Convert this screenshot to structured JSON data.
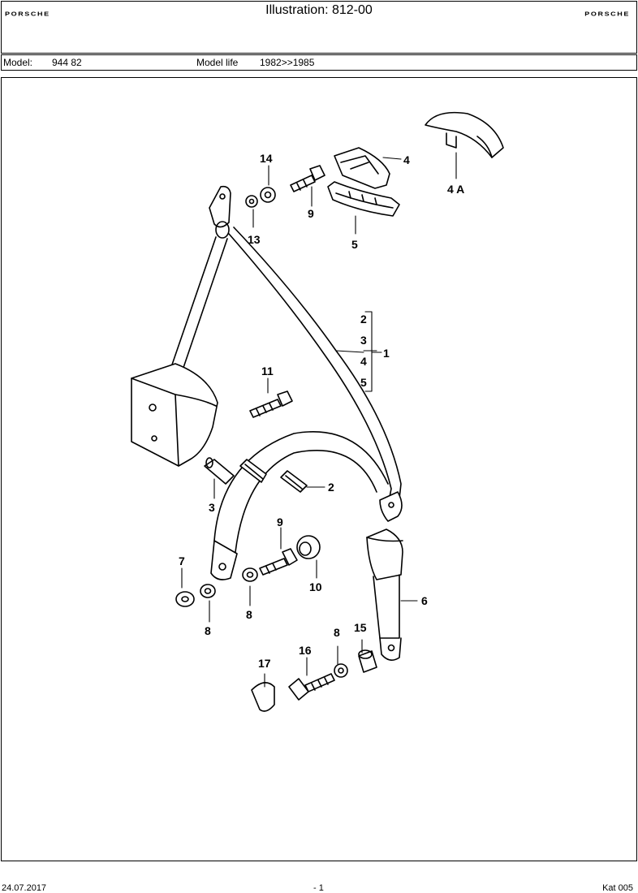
{
  "header": {
    "brand_left": "PORSCHE",
    "title": "Illustration: 812-00",
    "brand_right": "PORSCHE"
  },
  "model_bar": {
    "model_label": "Model:",
    "model_value": "944 82",
    "life_label": "Model life",
    "life_value": "1982>>1985"
  },
  "callouts": {
    "c14": "14",
    "c9a": "9",
    "c13": "13",
    "c4": "4",
    "c5": "5",
    "c4a": "4 A",
    "grp2": "2",
    "grp3": "3",
    "grp4": "4",
    "grp5": "5",
    "grp1": "1",
    "c11": "11",
    "c2": "2",
    "c3": "3",
    "c9b": "9",
    "c10": "10",
    "c7": "7",
    "c8a": "8",
    "c8b": "8",
    "c6": "6",
    "c17": "17",
    "c16": "16",
    "c8c": "8",
    "c15": "15"
  },
  "footer": {
    "date": "24.07.2017",
    "page": "- 1",
    "catalog": "Kat 005"
  }
}
